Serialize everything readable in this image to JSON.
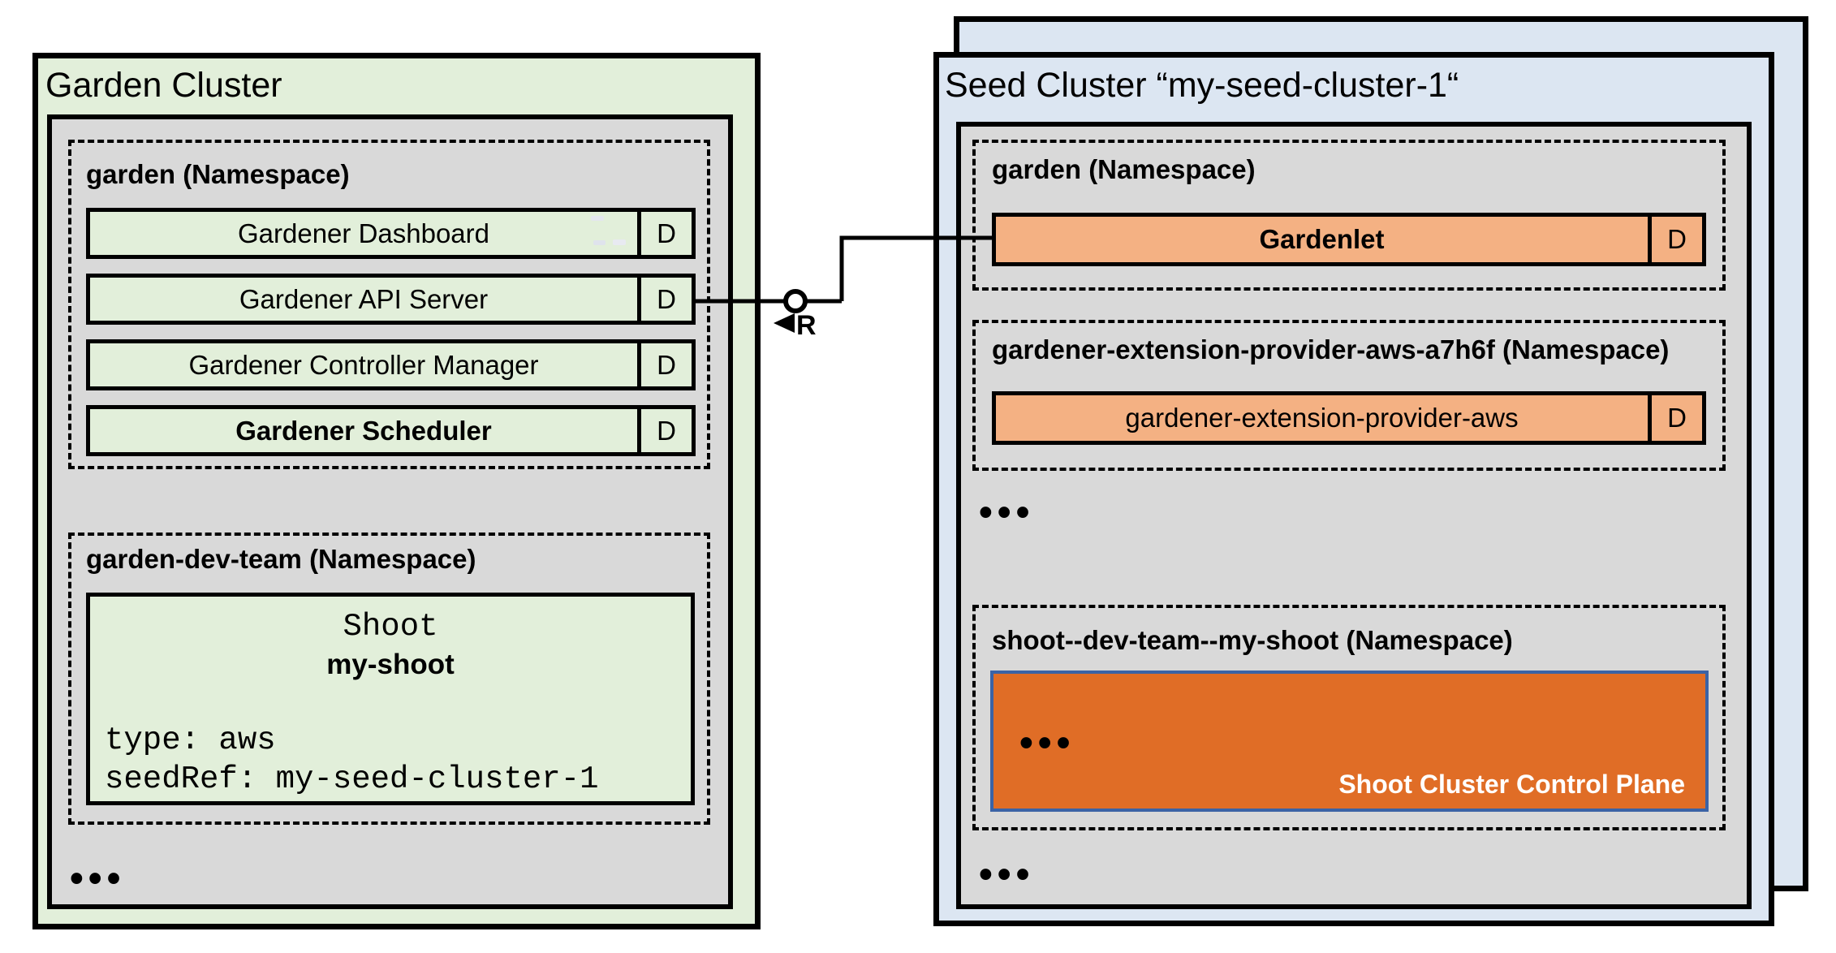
{
  "colors": {
    "garden-bg": "#e2efda",
    "seed-bg": "#dce6f2",
    "panel-bg": "#d9d9d9",
    "component-green": "#e2efda",
    "component-orange": "#f4b183",
    "control-plane-orange": "#e06d26",
    "control-plane-border": "#3b63a6",
    "line-black": "#000000"
  },
  "garden_cluster": {
    "title": "Garden Cluster",
    "garden_namespace": {
      "label": "garden (Namespace)",
      "components": [
        {
          "name": "Gardener Dashboard",
          "badge": "D"
        },
        {
          "name": "Gardener API Server",
          "badge": "D"
        },
        {
          "name": "Gardener Controller Manager",
          "badge": "D"
        },
        {
          "name": "Gardener Scheduler",
          "badge": "D"
        }
      ]
    },
    "dev_team_namespace": {
      "label": "garden-dev-team (Namespace)",
      "shoot": {
        "kind": "Shoot",
        "name": "my-shoot",
        "spec_line_1": "type: aws",
        "spec_line_2": "seedRef: my-seed-cluster-1"
      }
    },
    "ellipsis": "•••"
  },
  "connector": {
    "label": "R"
  },
  "seed_cluster": {
    "title": "Seed Cluster “my-seed-cluster-1“",
    "garden_namespace": {
      "label": "garden (Namespace)",
      "component": {
        "name": "Gardenlet",
        "badge": "D"
      }
    },
    "extension_namespace": {
      "label": "gardener-extension-provider-aws-a7h6f (Namespace)",
      "component": {
        "name": "gardener-extension-provider-aws",
        "badge": "D"
      }
    },
    "ellipsis_mid": "•••",
    "shoot_namespace": {
      "label": "shoot--dev-team--my-shoot (Namespace)",
      "control_plane": {
        "ellipsis": "•••",
        "label": "Shoot Cluster Control Plane"
      }
    },
    "ellipsis_bottom": "•••"
  }
}
